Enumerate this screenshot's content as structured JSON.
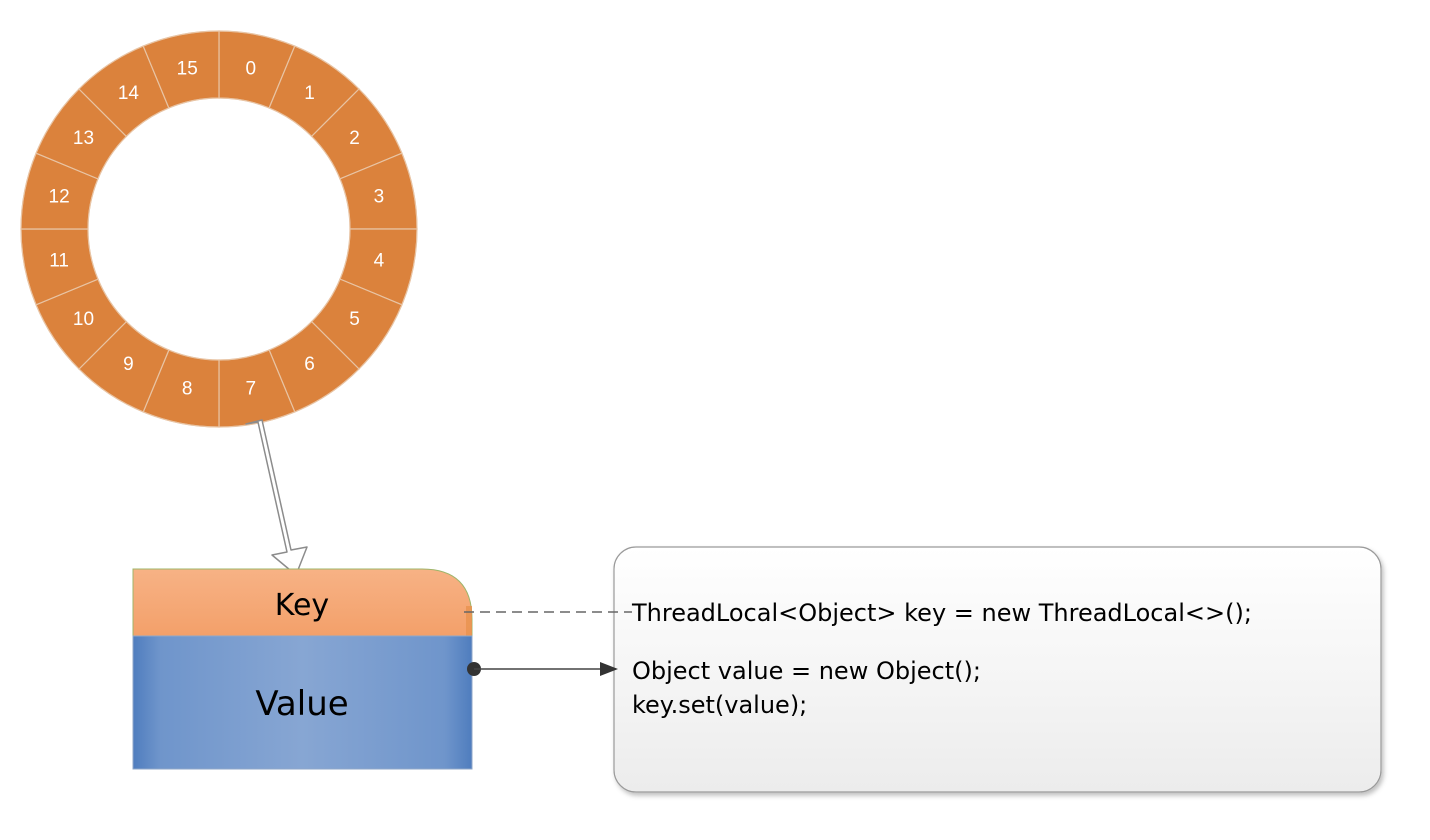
{
  "ring": {
    "slot_labels": [
      "0",
      "1",
      "2",
      "3",
      "4",
      "5",
      "6",
      "7",
      "8",
      "9",
      "10",
      "11",
      "12",
      "13",
      "14",
      "15"
    ],
    "fill_color": "#DB823C",
    "divider_color": "#E8C4A4"
  },
  "entry": {
    "key_label": "Key",
    "value_label": "Value",
    "key_color": "#F5A872",
    "value_color": "#5B87C4"
  },
  "code_box": {
    "key_line": "ThreadLocal<Object> key = new ThreadLocal<>();",
    "value_line_1": "Object value = new Object();",
    "value_line_2": "key.set(value);"
  }
}
